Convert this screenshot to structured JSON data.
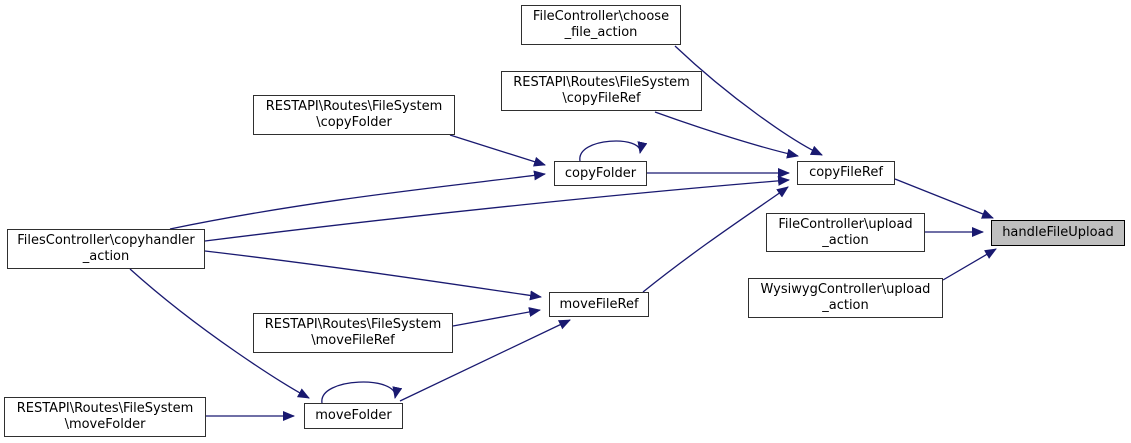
{
  "diagram": {
    "type": "doxygen-call-graph",
    "highlighted_node": "handleFileUpload",
    "colors": {
      "edge": "#191970",
      "node_border": "#2f2f2f",
      "node_background": "#ffffff",
      "highlight_background": "#bfbfbf",
      "text": "#000000",
      "background": "#ffffff"
    },
    "nodes": [
      {
        "id": "choose-file-action",
        "lines": [
          "FileController\\choose",
          "_file_action"
        ]
      },
      {
        "id": "restapi-copyfileref",
        "lines": [
          "RESTAPI\\Routes\\FileSystem",
          "\\copyFileRef"
        ]
      },
      {
        "id": "restapi-copyfolder",
        "lines": [
          "RESTAPI\\Routes\\FileSystem",
          "\\copyFolder"
        ]
      },
      {
        "id": "copyfolder",
        "lines": [
          "copyFolder"
        ]
      },
      {
        "id": "copyfileref",
        "lines": [
          "copyFileRef"
        ]
      },
      {
        "id": "copyhandler-action",
        "lines": [
          "FilesController\\copyhandler",
          "_action"
        ]
      },
      {
        "id": "filecontroller-upload-action",
        "lines": [
          "FileController\\upload",
          "_action"
        ]
      },
      {
        "id": "handlefileupload",
        "lines": [
          "handleFileUpload"
        ],
        "highlighted": true
      },
      {
        "id": "wysiwygcontroller-upload-action",
        "lines": [
          "WysiwygController\\upload",
          "_action"
        ]
      },
      {
        "id": "movefileref",
        "lines": [
          "moveFileRef"
        ]
      },
      {
        "id": "restapi-movefileref",
        "lines": [
          "RESTAPI\\Routes\\FileSystem",
          "\\moveFileRef"
        ]
      },
      {
        "id": "movefolder",
        "lines": [
          "moveFolder"
        ]
      },
      {
        "id": "restapi-movefolder",
        "lines": [
          "RESTAPI\\Routes\\FileSystem",
          "\\moveFolder"
        ]
      }
    ],
    "edges": [
      {
        "from": "choose-file-action",
        "to": "copyfileref"
      },
      {
        "from": "restapi-copyfileref",
        "to": "copyfileref"
      },
      {
        "from": "restapi-copyfolder",
        "to": "copyfolder"
      },
      {
        "from": "copyhandler-action",
        "to": "copyfolder"
      },
      {
        "from": "copyfolder",
        "to": "copyfolder",
        "self_loop": true
      },
      {
        "from": "copyfolder",
        "to": "copyfileref"
      },
      {
        "from": "copyhandler-action",
        "to": "copyfileref"
      },
      {
        "from": "movefileref",
        "to": "copyfileref"
      },
      {
        "from": "copyfileref",
        "to": "handlefileupload"
      },
      {
        "from": "filecontroller-upload-action",
        "to": "handlefileupload"
      },
      {
        "from": "wysiwygcontroller-upload-action",
        "to": "handlefileupload"
      },
      {
        "from": "copyhandler-action",
        "to": "movefileref"
      },
      {
        "from": "restapi-movefileref",
        "to": "movefileref"
      },
      {
        "from": "movefolder",
        "to": "movefileref"
      },
      {
        "from": "copyhandler-action",
        "to": "movefolder"
      },
      {
        "from": "movefolder",
        "to": "movefolder",
        "self_loop": true
      },
      {
        "from": "restapi-movefolder",
        "to": "movefolder"
      }
    ]
  }
}
